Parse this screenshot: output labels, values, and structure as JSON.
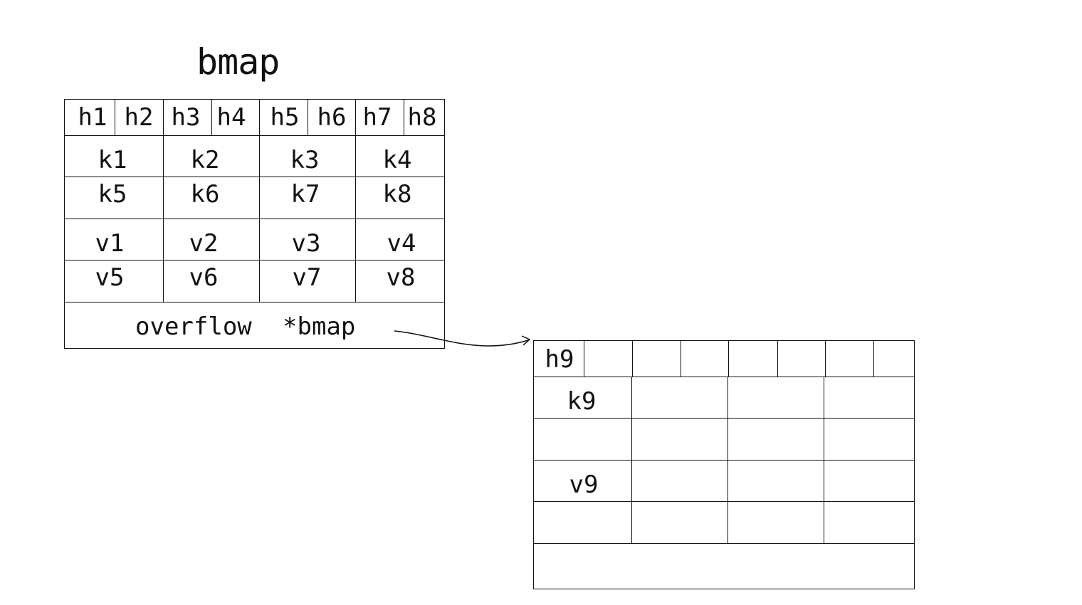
{
  "diagram": {
    "title": "bmap",
    "main": {
      "tophash": [
        "h1",
        "h2",
        "h3",
        "h4",
        "h5",
        "h6",
        "h7",
        "h8"
      ],
      "keys": [
        "k1",
        "k2",
        "k3",
        "k4",
        "k5",
        "k6",
        "k7",
        "k8"
      ],
      "values": [
        "v1",
        "v2",
        "v3",
        "v4",
        "v5",
        "v6",
        "v7",
        "v8"
      ],
      "overflow_label": "overflow",
      "overflow_pointer": "*bmap"
    },
    "overflow_bucket": {
      "tophash": [
        "h9"
      ],
      "keys": [
        "k9"
      ],
      "values": [
        "v9"
      ]
    }
  }
}
